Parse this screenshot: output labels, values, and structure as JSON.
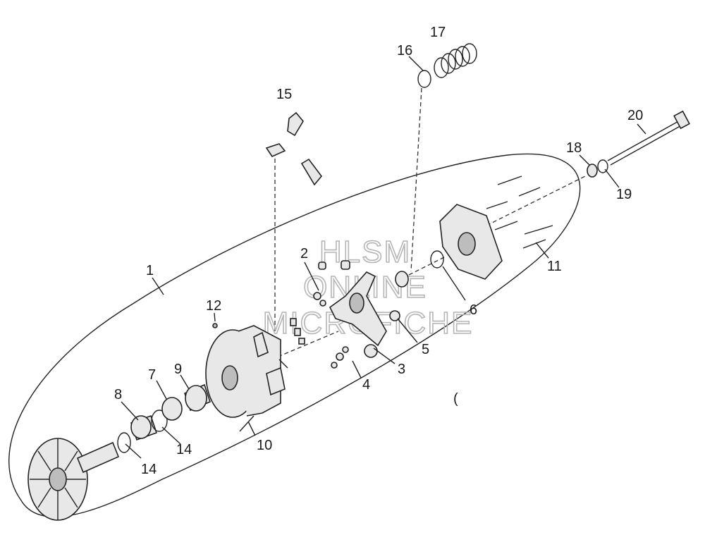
{
  "watermark": [
    "HLSM",
    "ONLINE",
    "MICROFICHE"
  ],
  "stray_mark": "(",
  "part_labels": {
    "p1": "1",
    "p2": "2",
    "p3": "3",
    "p4": "4",
    "p5": "5",
    "p6": "6",
    "p7": "7",
    "p8": "8",
    "p9": "9",
    "p10": "10",
    "p11": "11",
    "p12": "12",
    "p14a": "14",
    "p14b": "14",
    "p15": "15",
    "p16": "16",
    "p17": "17",
    "p18": "18",
    "p19": "19",
    "p20": "20"
  }
}
